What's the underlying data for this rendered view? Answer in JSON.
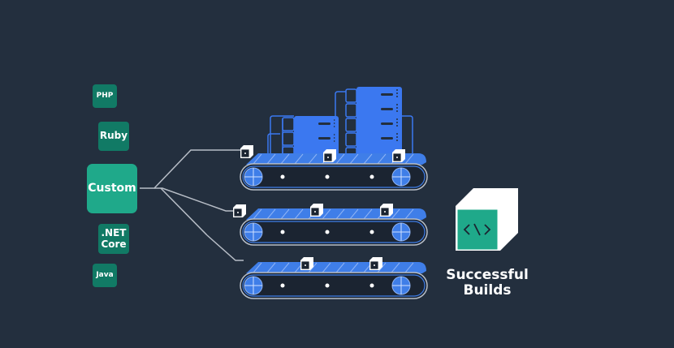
{
  "languages": [
    {
      "id": "php",
      "label": "PHP"
    },
    {
      "id": "ruby",
      "label": "Ruby"
    },
    {
      "id": "custom",
      "label": "Custom"
    },
    {
      "id": "dotnet",
      "label": ".NET\nCore"
    },
    {
      "id": "java",
      "label": "Java"
    }
  ],
  "output": {
    "label_line1": "Successful",
    "label_line2": "Builds",
    "icon": "code-brackets-icon"
  },
  "colors": {
    "background": "#232f3e",
    "language_box": "#117a65",
    "custom_box": "#1fa98a",
    "conveyor_blue": "#3f7ee8",
    "server_blue": "#3b78f0",
    "output_green": "#1fa98a"
  }
}
